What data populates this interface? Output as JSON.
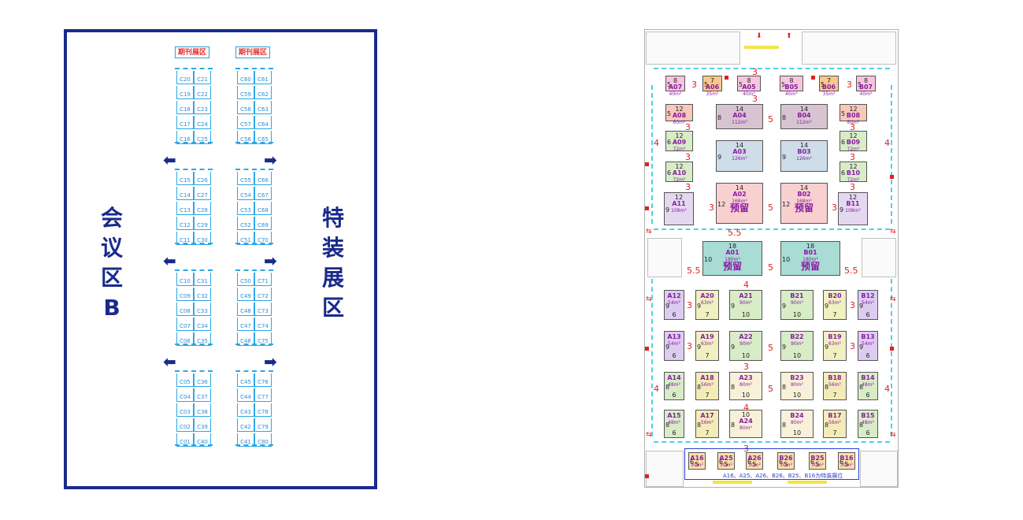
{
  "left": {
    "periodical_label": "期刊展区",
    "meeting_label": [
      "会",
      "议",
      "区",
      "B"
    ],
    "special_label": [
      "特",
      "装",
      "展",
      "区"
    ],
    "col1": [
      [
        "C20",
        "C21"
      ],
      [
        "C19",
        "C22"
      ],
      [
        "C18",
        "C23"
      ],
      [
        "C17",
        "C24"
      ],
      [
        "C16",
        "C25"
      ],
      [
        "C15",
        "C26"
      ],
      [
        "C14",
        "C27"
      ],
      [
        "C13",
        "C28"
      ],
      [
        "C12",
        "C29"
      ],
      [
        "C11",
        "C30"
      ],
      [
        "C10",
        "C31"
      ],
      [
        "C09",
        "C32"
      ],
      [
        "C08",
        "C33"
      ],
      [
        "C07",
        "C34"
      ],
      [
        "C06",
        "C35"
      ],
      [
        "C05",
        "C36"
      ],
      [
        "C04",
        "C37"
      ],
      [
        "C03",
        "C38"
      ],
      [
        "C02",
        "C39"
      ],
      [
        "C01",
        "C40"
      ]
    ],
    "col2": [
      [
        "C60",
        "C61"
      ],
      [
        "C59",
        "C62"
      ],
      [
        "C58",
        "C63"
      ],
      [
        "C57",
        "C64"
      ],
      [
        "C56",
        "C65"
      ],
      [
        "C55",
        "C66"
      ],
      [
        "C54",
        "C67"
      ],
      [
        "C53",
        "C68"
      ],
      [
        "C52",
        "C69"
      ],
      [
        "C51",
        "C70"
      ],
      [
        "C50",
        "C71"
      ],
      [
        "C49",
        "C72"
      ],
      [
        "C48",
        "C73"
      ],
      [
        "C47",
        "C74"
      ],
      [
        "C46",
        "C75"
      ],
      [
        "C45",
        "C76"
      ],
      [
        "C44",
        "C77"
      ],
      [
        "C43",
        "C78"
      ],
      [
        "C42",
        "C79"
      ],
      [
        "C41",
        "C80"
      ]
    ]
  },
  "map": {
    "reserve": "预留",
    "note": "A16、A25、A26、B26、B25、B16为特装展位",
    "booths": [
      {
        "id": "A07",
        "area": "40m²",
        "top": "8",
        "left": "5",
        "fill": "#f6c6de"
      },
      {
        "id": "A06",
        "area": "35m²",
        "top": "7",
        "left": "5",
        "fill": "#f8c98a"
      },
      {
        "id": "A05",
        "area": "40m²",
        "top": "8",
        "left": "5",
        "fill": "#f6c6de"
      },
      {
        "id": "B05",
        "area": "40m²",
        "top": "8",
        "left": "5",
        "fill": "#f6c6de"
      },
      {
        "id": "B06",
        "area": "35m²",
        "top": "7",
        "left": "5",
        "fill": "#f8c98a"
      },
      {
        "id": "B07",
        "area": "40m²",
        "top": "8",
        "left": "5",
        "fill": "#f6c6de"
      },
      {
        "id": "A08",
        "area": "60m²",
        "top": "12",
        "left": "5",
        "fill": "#f8c8b8"
      },
      {
        "id": "A04",
        "area": "112m²",
        "top": "14",
        "left": "8",
        "fill": "#d8c4d0"
      },
      {
        "id": "B04",
        "area": "112m²",
        "top": "14",
        "left": "8",
        "fill": "#d8c4d0"
      },
      {
        "id": "B08",
        "area": "60m²",
        "top": "12",
        "left": "5",
        "fill": "#f8c8b8"
      },
      {
        "id": "A09",
        "area": "72m²",
        "top": "12",
        "left": "6",
        "fill": "#d8ecc8"
      },
      {
        "id": "A03",
        "area": "126m²",
        "top": "14",
        "left": "9",
        "fill": "#cfdde8"
      },
      {
        "id": "B03",
        "area": "126m²",
        "top": "14",
        "left": "9",
        "fill": "#cfdde8"
      },
      {
        "id": "B09",
        "area": "72m²",
        "top": "12",
        "left": "6",
        "fill": "#d8ecc8"
      },
      {
        "id": "A10",
        "area": "72m²",
        "top": "12",
        "left": "6",
        "fill": "#d8ecc8"
      },
      {
        "id": "B10",
        "area": "72m²",
        "top": "12",
        "left": "6",
        "fill": "#d8ecc8"
      },
      {
        "id": "A11",
        "area": "108m²",
        "top": "12",
        "left": "9",
        "fill": "#e4d8f0"
      },
      {
        "id": "A02",
        "area": "168m²",
        "top": "14",
        "left": "12",
        "fill": "#f8d0d0"
      },
      {
        "id": "B02",
        "area": "168m²",
        "top": "14",
        "left": "12",
        "fill": "#f8d0d0"
      },
      {
        "id": "B11",
        "area": "108m²",
        "top": "12",
        "left": "9",
        "fill": "#e4d8f0"
      },
      {
        "id": "A01",
        "area": "180m²",
        "top": "18",
        "left": "10",
        "fill": "#a8dcd4"
      },
      {
        "id": "B01",
        "area": "180m²",
        "top": "18",
        "left": "10",
        "fill": "#a8dcd4"
      },
      {
        "id": "A12",
        "area": "54m²",
        "bottom": "6",
        "left": "9",
        "fill": "#dccdf0"
      },
      {
        "id": "A20",
        "area": "63m²",
        "bottom": "7",
        "left": "9",
        "fill": "#f0f0c0"
      },
      {
        "id": "A21",
        "area": "90m²",
        "bottom": "10",
        "left": "9",
        "fill": "#d8ecc8"
      },
      {
        "id": "B21",
        "area": "90m²",
        "bottom": "10",
        "left": "9",
        "fill": "#d8ecc8"
      },
      {
        "id": "B20",
        "area": "63m²",
        "bottom": "7",
        "left": "9",
        "fill": "#f0f0c0"
      },
      {
        "id": "B12",
        "area": "54m²",
        "bottom": "6",
        "left": "9",
        "fill": "#dccdf0"
      },
      {
        "id": "A13",
        "area": "54m²",
        "bottom": "6",
        "left": "9",
        "fill": "#dccdf0"
      },
      {
        "id": "A19",
        "area": "63m²",
        "bottom": "7",
        "left": "9",
        "fill": "#f0f0c0"
      },
      {
        "id": "A22",
        "area": "90m²",
        "bottom": "10",
        "left": "9",
        "fill": "#d8ecc8"
      },
      {
        "id": "B22",
        "area": "90m²",
        "bottom": "10",
        "left": "9",
        "fill": "#d8ecc8"
      },
      {
        "id": "B19",
        "area": "63m²",
        "bottom": "7",
        "left": "9",
        "fill": "#f0f0c0"
      },
      {
        "id": "B13",
        "area": "54m²",
        "bottom": "6",
        "left": "9",
        "fill": "#dccdf0"
      },
      {
        "id": "A14",
        "area": "48m²",
        "bottom": "6",
        "left": "8",
        "fill": "#d8ecc8"
      },
      {
        "id": "A18",
        "area": "56m²",
        "bottom": "7",
        "left": "8",
        "fill": "#f4ecb8"
      },
      {
        "id": "A23",
        "area": "80m²",
        "bottom": "10",
        "left": "8",
        "fill": "#f8f0d8"
      },
      {
        "id": "B23",
        "area": "80m²",
        "bottom": "10",
        "left": "8",
        "fill": "#f8f0d8"
      },
      {
        "id": "B18",
        "area": "56m²",
        "bottom": "7",
        "left": "8",
        "fill": "#f4ecb8"
      },
      {
        "id": "B14",
        "area": "48m²",
        "bottom": "6",
        "left": "8",
        "fill": "#d8ecc8"
      },
      {
        "id": "A15",
        "area": "48m²",
        "bottom": "6",
        "left": "8",
        "fill": "#d8ecc8"
      },
      {
        "id": "A17",
        "area": "56m²",
        "bottom": "7",
        "left": "8",
        "fill": "#f4ecb8"
      },
      {
        "id": "A24",
        "area": "80m²",
        "top": "10",
        "left": "8",
        "fill": "#f8f0d8"
      },
      {
        "id": "B24",
        "area": "80m²",
        "bottom": "10",
        "left": "8",
        "fill": "#f8f0d8"
      },
      {
        "id": "B17",
        "area": "56m²",
        "bottom": "7",
        "left": "8",
        "fill": "#f4ecb8"
      },
      {
        "id": "B15",
        "area": "48m²",
        "bottom": "6",
        "left": "8",
        "fill": "#d8ecc8"
      },
      {
        "id": "A16",
        "area": "30m²",
        "bottom": "5",
        "left": "6",
        "fill": "#f8e0a8"
      },
      {
        "id": "A25",
        "area": "30m²",
        "bottom": "5",
        "left": "6",
        "fill": "#f8e0a8"
      },
      {
        "id": "A26",
        "area": "30m²",
        "bottom": "5",
        "left": "6",
        "fill": "#f8e0a8"
      },
      {
        "id": "B26",
        "area": "30m²",
        "bottom": "5",
        "left": "6",
        "fill": "#f8e0a8"
      },
      {
        "id": "B25",
        "area": "30m²",
        "bottom": "5",
        "left": "6",
        "fill": "#f8e0a8"
      },
      {
        "id": "B16",
        "area": "30m²",
        "bottom": "5",
        "left": "6",
        "fill": "#f8e0a8"
      }
    ],
    "gaps": [
      "3",
      "3",
      "3",
      "3",
      "3",
      "3",
      "3",
      "3",
      "3",
      "3",
      "3",
      "3",
      "4",
      "4",
      "4",
      "4",
      "5",
      "5",
      "5",
      "5",
      "5",
      "5.5",
      "5.5",
      "5.5",
      "4",
      "4",
      "3",
      "3",
      "3",
      "3",
      "3",
      "3"
    ],
    "border_color": "#1a2a8c",
    "booth_line_color": "#2ea7e8",
    "gap_color": "#e02020"
  }
}
